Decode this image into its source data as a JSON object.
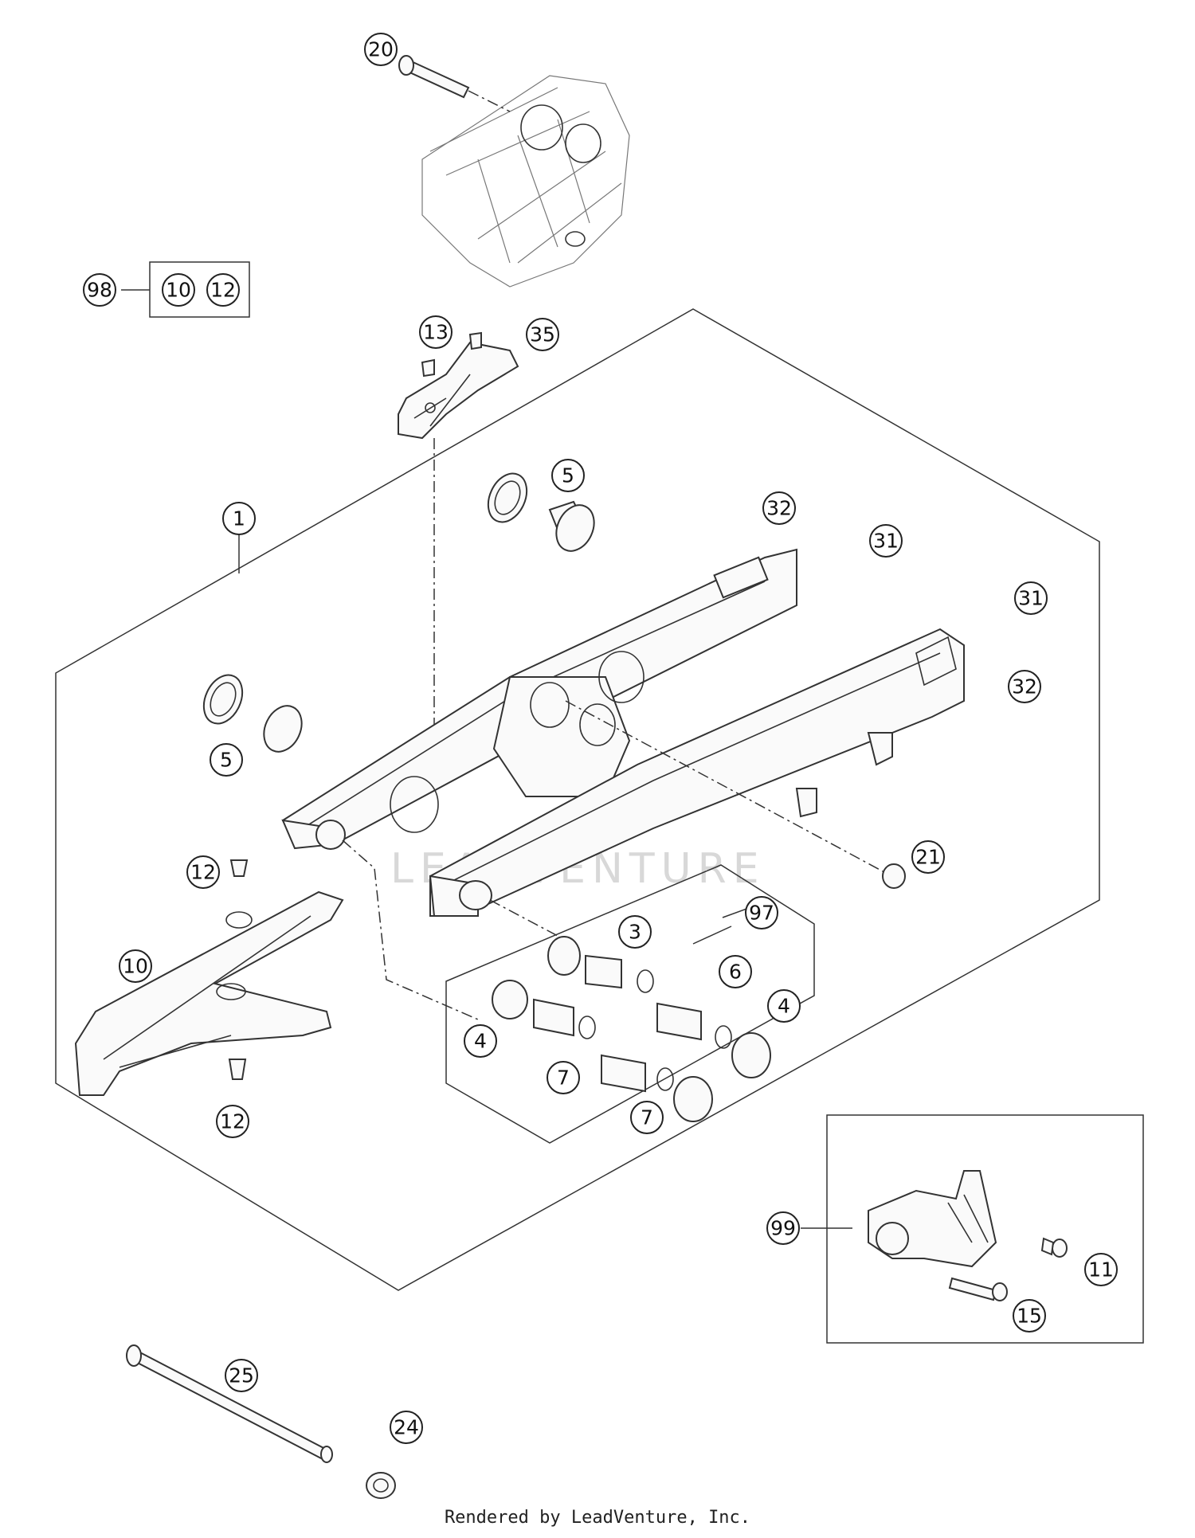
{
  "callouts": [
    {
      "id": "c20",
      "label": "20"
    },
    {
      "id": "c13",
      "label": "13"
    },
    {
      "id": "c35",
      "label": "35"
    },
    {
      "id": "c98",
      "label": "98"
    },
    {
      "id": "c10a",
      "label": "10"
    },
    {
      "id": "c12a",
      "label": "12"
    },
    {
      "id": "c5a",
      "label": "5"
    },
    {
      "id": "c1",
      "label": "1"
    },
    {
      "id": "c32a",
      "label": "32"
    },
    {
      "id": "c31a",
      "label": "31"
    },
    {
      "id": "c31b",
      "label": "31"
    },
    {
      "id": "c32b",
      "label": "32"
    },
    {
      "id": "c5b",
      "label": "5"
    },
    {
      "id": "c21",
      "label": "21"
    },
    {
      "id": "c12b",
      "label": "12"
    },
    {
      "id": "c97",
      "label": "97"
    },
    {
      "id": "c3",
      "label": "3"
    },
    {
      "id": "c10b",
      "label": "10"
    },
    {
      "id": "c6",
      "label": "6"
    },
    {
      "id": "c4a",
      "label": "4"
    },
    {
      "id": "c4b",
      "label": "4"
    },
    {
      "id": "c7a",
      "label": "7"
    },
    {
      "id": "c7b",
      "label": "7"
    },
    {
      "id": "c12c",
      "label": "12"
    },
    {
      "id": "c99",
      "label": "99"
    },
    {
      "id": "c11",
      "label": "11"
    },
    {
      "id": "c15",
      "label": "15"
    },
    {
      "id": "c25",
      "label": "25"
    },
    {
      "id": "c24",
      "label": "24"
    }
  ],
  "watermark": "LEADVENTURE",
  "footer": "Rendered by LeadVenture, Inc."
}
